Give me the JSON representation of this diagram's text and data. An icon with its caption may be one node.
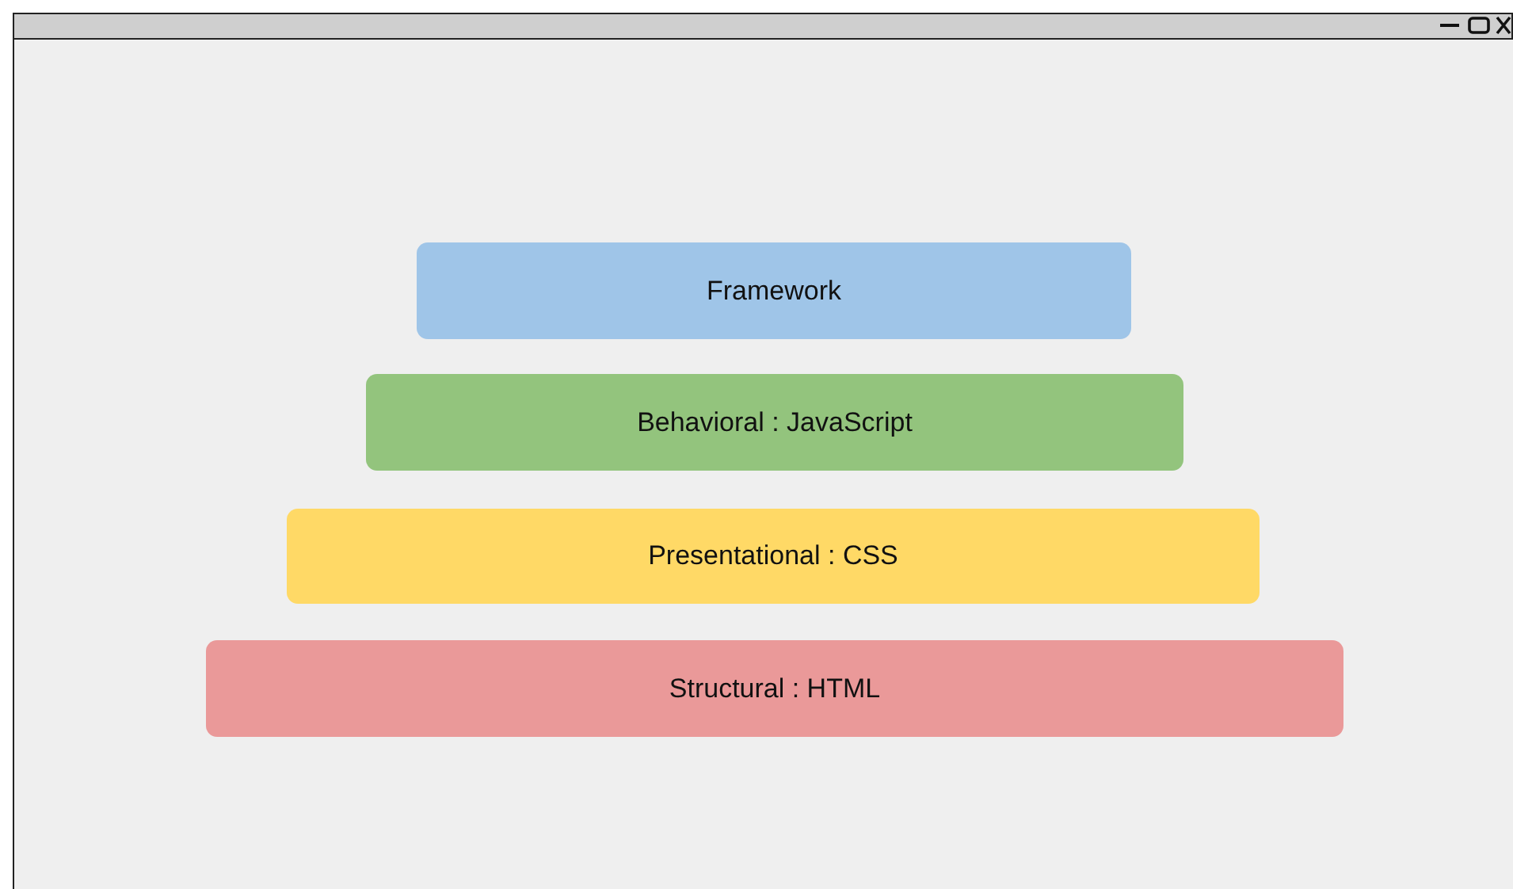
{
  "diagram": {
    "nodes": [
      {
        "text": [
          "Framework"
        ]
      },
      {
        "text": [
          "Behavioral : JavaScript"
        ]
      },
      {
        "text": [
          "Presentational : CSS"
        ]
      },
      {
        "text": [
          "Structural : HTML"
        ]
      }
    ]
  }
}
